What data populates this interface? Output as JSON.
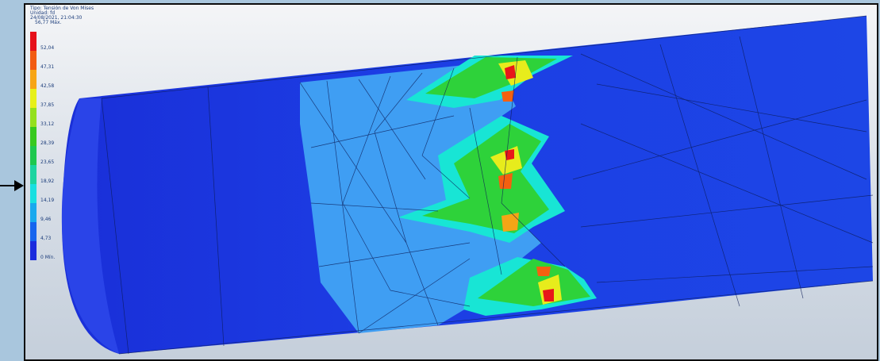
{
  "legend": {
    "header": [
      "Tipo: Tensión de Von Mises",
      "Unidad: fd",
      "24/08/2021, 21:04:30"
    ],
    "max_label": "56,77 Máx.",
    "steps": [
      {
        "label": "52,04",
        "color": "#e6101a"
      },
      {
        "label": "47,31",
        "color": "#f25b12"
      },
      {
        "label": "42,58",
        "color": "#f7a516"
      },
      {
        "label": "37,85",
        "color": "#e7f01a"
      },
      {
        "label": "33,12",
        "color": "#94e01e"
      },
      {
        "label": "28,39",
        "color": "#37c91f"
      },
      {
        "label": "23,65",
        "color": "#1ec84e"
      },
      {
        "label": "18,92",
        "color": "#1cd4a0"
      },
      {
        "label": "14,19",
        "color": "#19dfe0"
      },
      {
        "label": "9,46",
        "color": "#19a9ee"
      },
      {
        "label": "4,73",
        "color": "#1665ee"
      },
      {
        "label": "0 Mín.",
        "color": "#1b2bdd"
      }
    ]
  }
}
